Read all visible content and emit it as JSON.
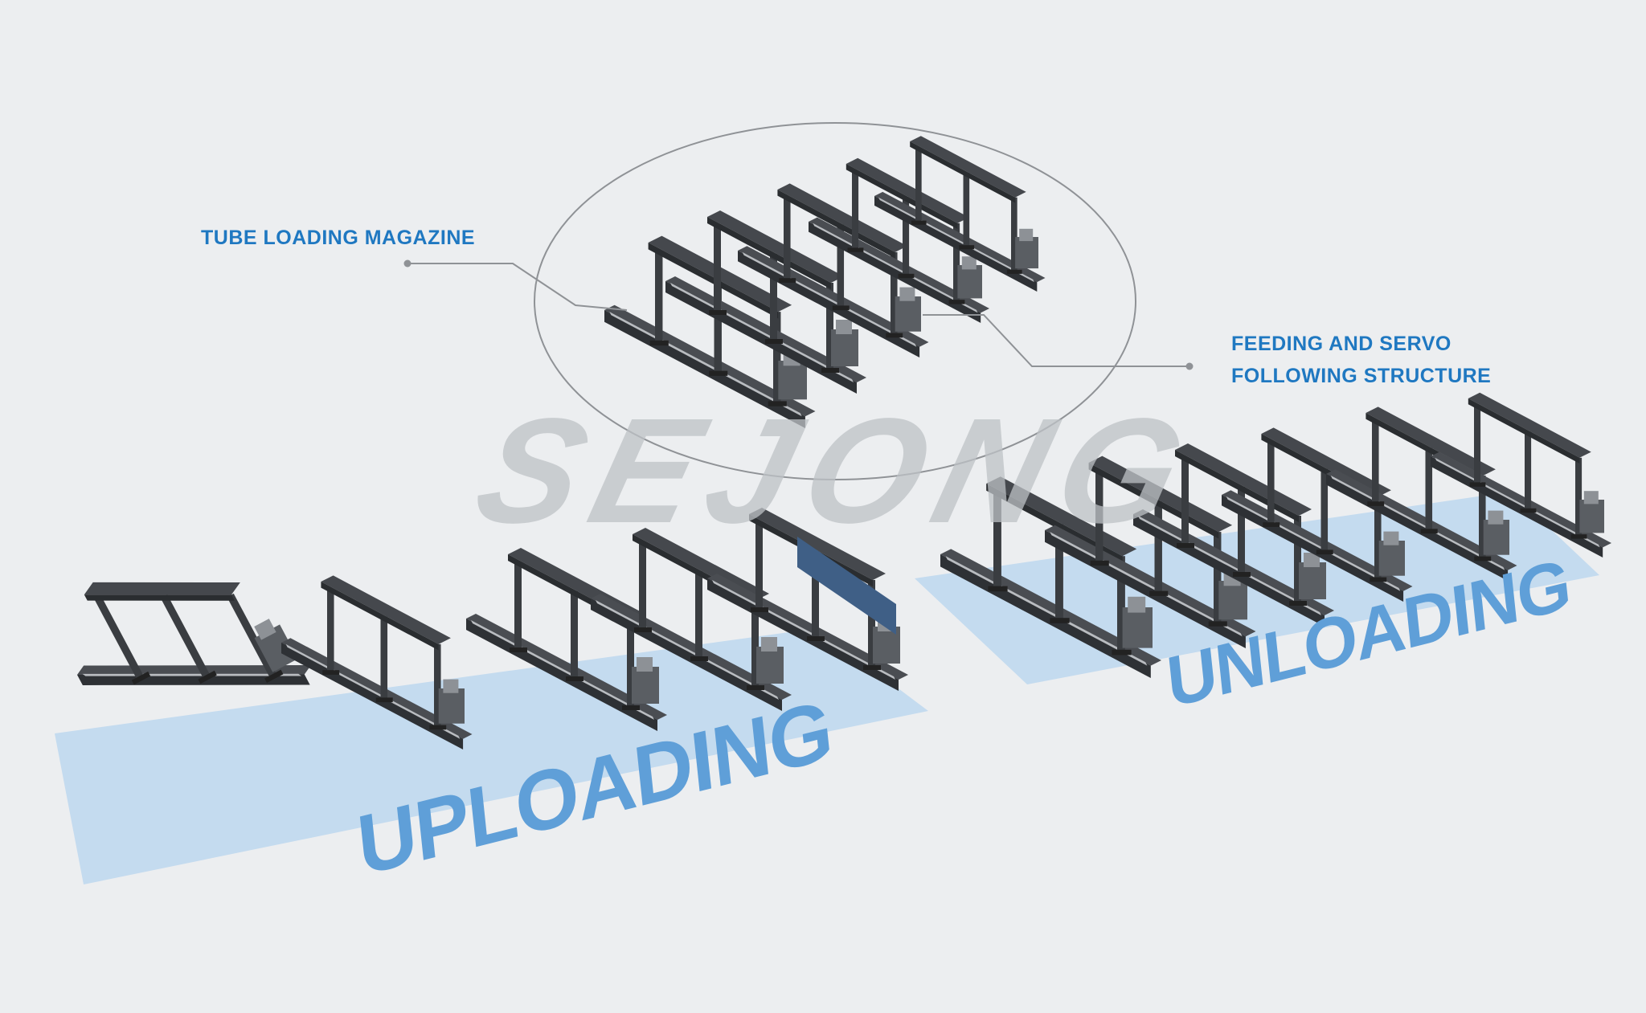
{
  "callouts": {
    "tube_loading_magazine": "TUBE LOADING MAGAZINE",
    "feeding_line1": "FEEDING AND SERVO",
    "feeding_line2": "FOLLOWING STRUCTURE"
  },
  "watermark": "SEJONG",
  "areas": {
    "uploading": "UPLOADING",
    "unloading": "UNLOADING"
  },
  "colors": {
    "background": "#eceef0",
    "floor_area": "#c4dbef",
    "label_blue": "#1f78c1",
    "area_text": "#5f9fd8",
    "machine_dark": "#3c3f43",
    "panel_blue": "#3f5f86"
  }
}
